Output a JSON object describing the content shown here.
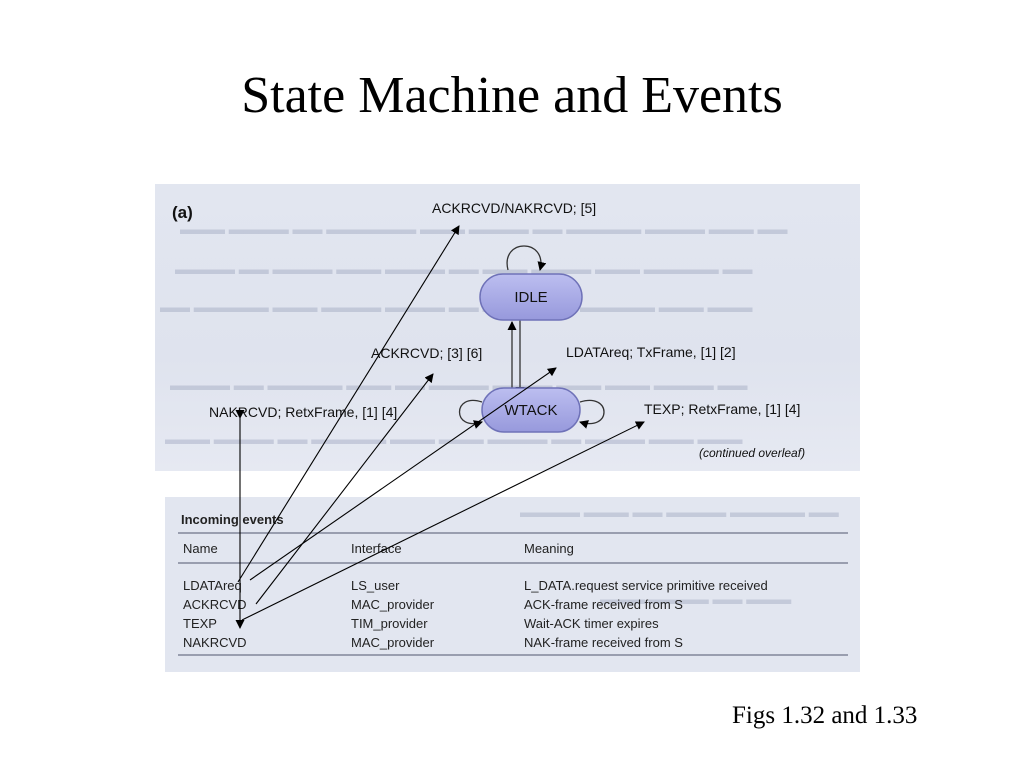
{
  "title": "State Machine and Events",
  "caption": "Figs 1.32 and 1.33",
  "figure_a": {
    "panel_label": "(a)",
    "states": {
      "idle": "IDLE",
      "wtack": "WTACK"
    },
    "transitions": {
      "idle_self": "ACKRCVD/NAKRCVD; [5]",
      "wtack_to_idle": "ACKRCVD; [3] [6]",
      "idle_to_wtack": "LDATAreq; TxFrame, [1] [2]",
      "wtack_left_self": "NAKRCVD; RetxFrame, [1] [4]",
      "wtack_right_self": "TEXP; RetxFrame, [1] [4]"
    },
    "continued_note": "(continued overleaf)"
  },
  "incoming_events": {
    "heading": "Incoming events",
    "columns": [
      "Name",
      "Interface",
      "Meaning"
    ],
    "rows": [
      [
        "LDATAreq",
        "LS_user",
        "L_DATA.request service primitive received"
      ],
      [
        "ACKRCVD",
        "MAC_provider",
        "ACK-frame received from S"
      ],
      [
        "TEXP",
        "TIM_provider",
        "Wait-ACK timer expires"
      ],
      [
        "NAKRCVD",
        "MAC_provider",
        "NAK-frame received from S"
      ]
    ]
  }
}
